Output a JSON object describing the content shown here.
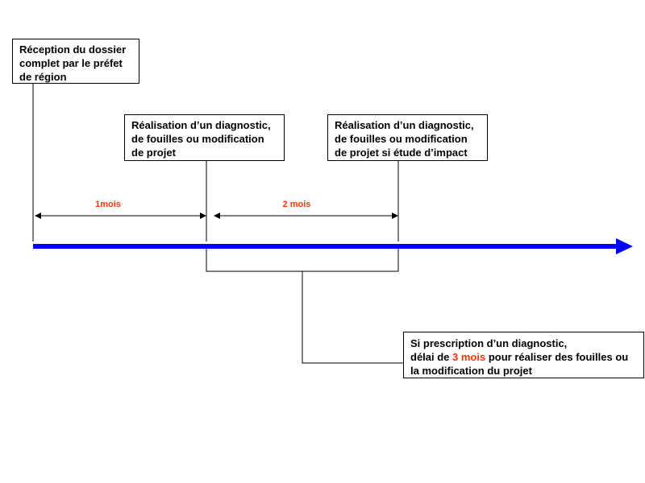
{
  "boxes": {
    "reception": {
      "lines": [
        "Réception du dossier",
        "complet par le préfet",
        "de région"
      ]
    },
    "diagnostic": {
      "lines": [
        "Réalisation d’un diagnostic,",
        "de fouilles ou modification",
        "de projet"
      ]
    },
    "diagnostic_impact": {
      "lines": [
        "Réalisation d’un diagnostic,",
        "de fouilles ou modification",
        "de projet si étude d’impact"
      ]
    },
    "prescription": {
      "line1": "Si prescription d’un diagnostic,",
      "line2_before": "délai de ",
      "line2_highlight": "3 mois",
      "line2_after": " pour réaliser des fouilles ou",
      "line3": "la modification du projet"
    }
  },
  "durations": {
    "first": "1mois",
    "second": "2 mois"
  },
  "colors": {
    "timeline_arrow": "#0000ff",
    "duration_text": "#ff3300",
    "highlight_text": "#ff3300",
    "box_border": "#000000"
  }
}
